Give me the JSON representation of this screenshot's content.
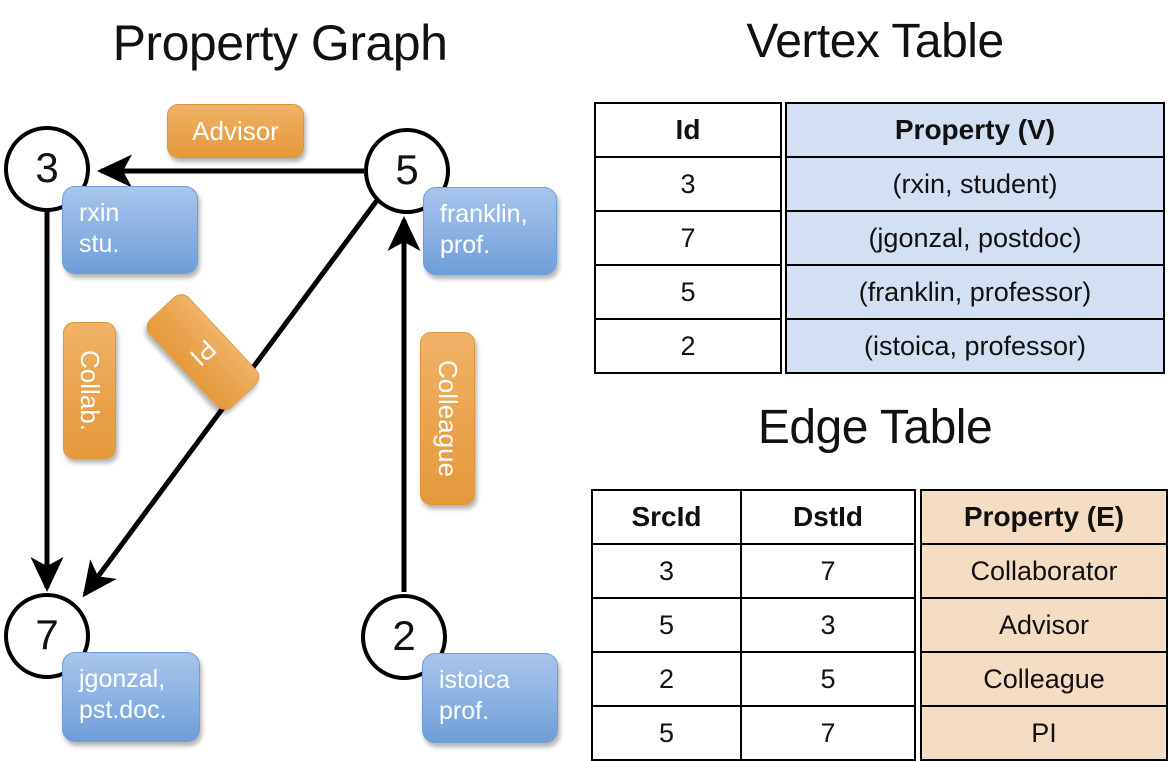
{
  "titles": {
    "property_graph": "Property Graph",
    "vertex_table": "Vertex Table",
    "edge_table": "Edge Table"
  },
  "graph": {
    "vertices": [
      {
        "id": "3",
        "property": "rxin\nstu."
      },
      {
        "id": "5",
        "property": "franklin,\nprof."
      },
      {
        "id": "7",
        "property": "jgonzal,\npst.doc."
      },
      {
        "id": "2",
        "property": "istoica\nprof."
      }
    ],
    "edge_labels": [
      {
        "name": "advisor",
        "text": "Advisor"
      },
      {
        "name": "collab",
        "text": "Collab."
      },
      {
        "name": "pi",
        "text": "PI"
      },
      {
        "name": "colleague",
        "text": "Colleague"
      }
    ],
    "edges": [
      {
        "src": "5",
        "dst": "3",
        "label": "Advisor"
      },
      {
        "src": "3",
        "dst": "7",
        "label": "Collab."
      },
      {
        "src": "5",
        "dst": "7",
        "label": "PI"
      },
      {
        "src": "2",
        "dst": "5",
        "label": "Colleague"
      }
    ]
  },
  "vertex_table": {
    "headers": {
      "id": "Id",
      "property": "Property (V)"
    },
    "rows": [
      {
        "id": "3",
        "property": "(rxin, student)"
      },
      {
        "id": "7",
        "property": "(jgonzal, postdoc)"
      },
      {
        "id": "5",
        "property": "(franklin, professor)"
      },
      {
        "id": "2",
        "property": "(istoica, professor)"
      }
    ]
  },
  "edge_table": {
    "headers": {
      "src": "SrcId",
      "dst": "DstId",
      "property": "Property (E)"
    },
    "rows": [
      {
        "src": "3",
        "dst": "7",
        "property": "Collaborator"
      },
      {
        "src": "5",
        "dst": "3",
        "property": "Advisor"
      },
      {
        "src": "2",
        "dst": "5",
        "property": "Colleague"
      },
      {
        "src": "5",
        "dst": "7",
        "property": "PI"
      }
    ]
  },
  "colors": {
    "vertex_property_blue": "#90b4e4",
    "edge_label_orange": "#eaa44f",
    "vertex_table_cell": "#d3dff2",
    "edge_table_cell": "#f5ddc3",
    "stroke": "#000000"
  }
}
